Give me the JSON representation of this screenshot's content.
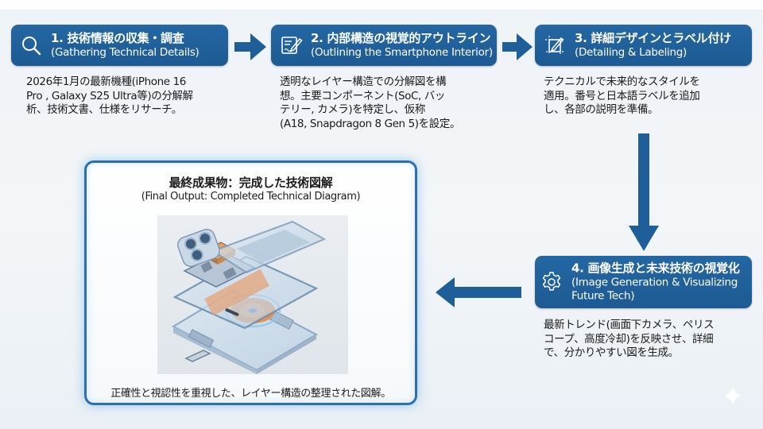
{
  "colors": {
    "accent": "#1f5f99",
    "background": "#eef3f7",
    "card_border": "#2c6fb0",
    "copper": "#e0925a"
  },
  "steps": [
    {
      "icon": "search-icon",
      "title": "1. 技術情報の収集・調査",
      "subtitle": "(Gathering Technical Details)",
      "description": [
        "2026年1月の最新機種(iPhone 16",
        "Pro , Galaxy S25 Ultra等)の分解解",
        "析、技術文書、仕様をリサーチ。"
      ]
    },
    {
      "icon": "document-edit-icon",
      "title": "2. 内部構造の視覚的アウトライン",
      "subtitle": "(Outlining the Smartphone Interior)",
      "description": [
        "透明なレイヤー構造での分解図を構",
        "想。主要コンポーネント(SoC, バッ",
        "テリー, カメラ)を特定し、仮称",
        "(A18, Snapdragon 8 Gen 5)を設定。"
      ]
    },
    {
      "icon": "design-pencil-icon",
      "title": "3. 詳細デザインとラベル付け",
      "subtitle": "(Detailing & Labeling)",
      "description": [
        "テクニカルで未来的なスタイルを",
        "適用。番号と日本語ラベルを追加",
        "し、各部の説明を準備。"
      ]
    },
    {
      "icon": "gear-icon",
      "title": "4. 画像生成と未来技術の視覚化",
      "subtitle_lines": [
        "(Image Generation & Visualizing",
        "Future Tech)"
      ],
      "description": [
        "最新トレンド(画面下カメラ、ペリス",
        "コープ、高度冷却)を反映させ、詳細",
        "で、分かりやすい図を生成。"
      ]
    }
  ],
  "final": {
    "title": "最終成果物：完成した技術図解",
    "subtitle": "(Final Output: Completed Technical Diagram)",
    "caption": "正確性と視認性を重視した、レイヤー構造の整理された図解。"
  }
}
